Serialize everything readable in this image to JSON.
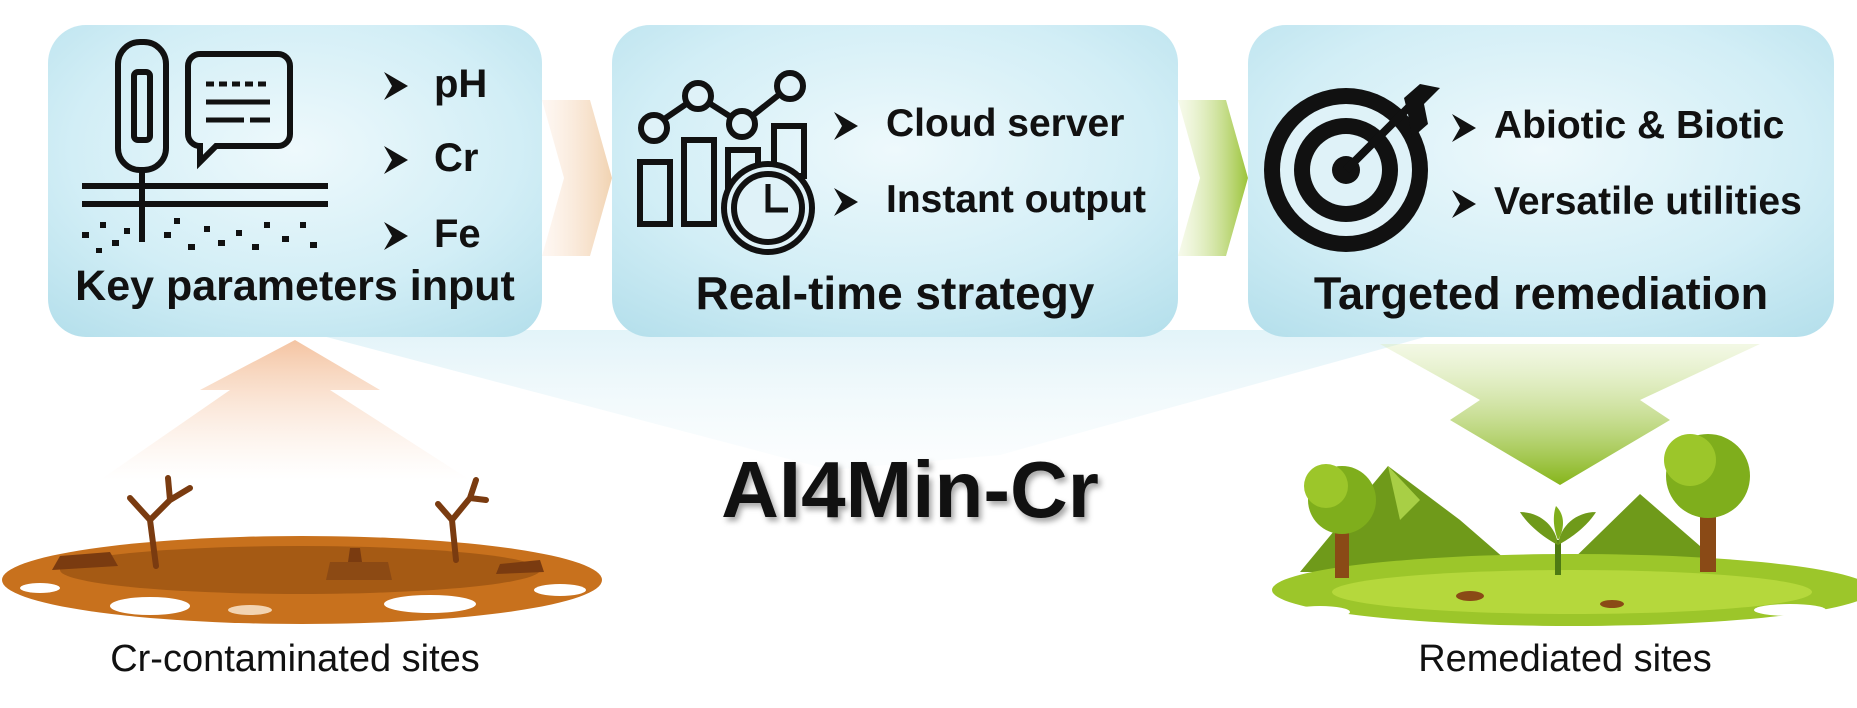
{
  "center_title": "AI4Min-Cr",
  "boxes": [
    {
      "title": "Key parameters input",
      "icon": "soil-probe-sensor-icon",
      "bullets": [
        "pH",
        "Cr",
        "Fe"
      ]
    },
    {
      "title": "Real-time strategy",
      "icon": "analytics-chart-clock-icon",
      "bullets": [
        "Cloud server",
        "Instant output"
      ]
    },
    {
      "title": "Targeted remediation",
      "icon": "target-dart-icon",
      "bullets": [
        "Abiotic & Biotic",
        "Versatile utilities"
      ]
    }
  ],
  "sites": {
    "contaminated": "Cr-contaminated sites",
    "remediated": "Remediated sites"
  },
  "colors": {
    "box_fill": "#bfe5f0",
    "box_center": "#e6f6fb",
    "arrow_orange": "#f5c9a8",
    "arrow_green": "#8dbb1f",
    "soil": "#c8711d",
    "grass": "#9cc62a",
    "text": "#111111"
  }
}
